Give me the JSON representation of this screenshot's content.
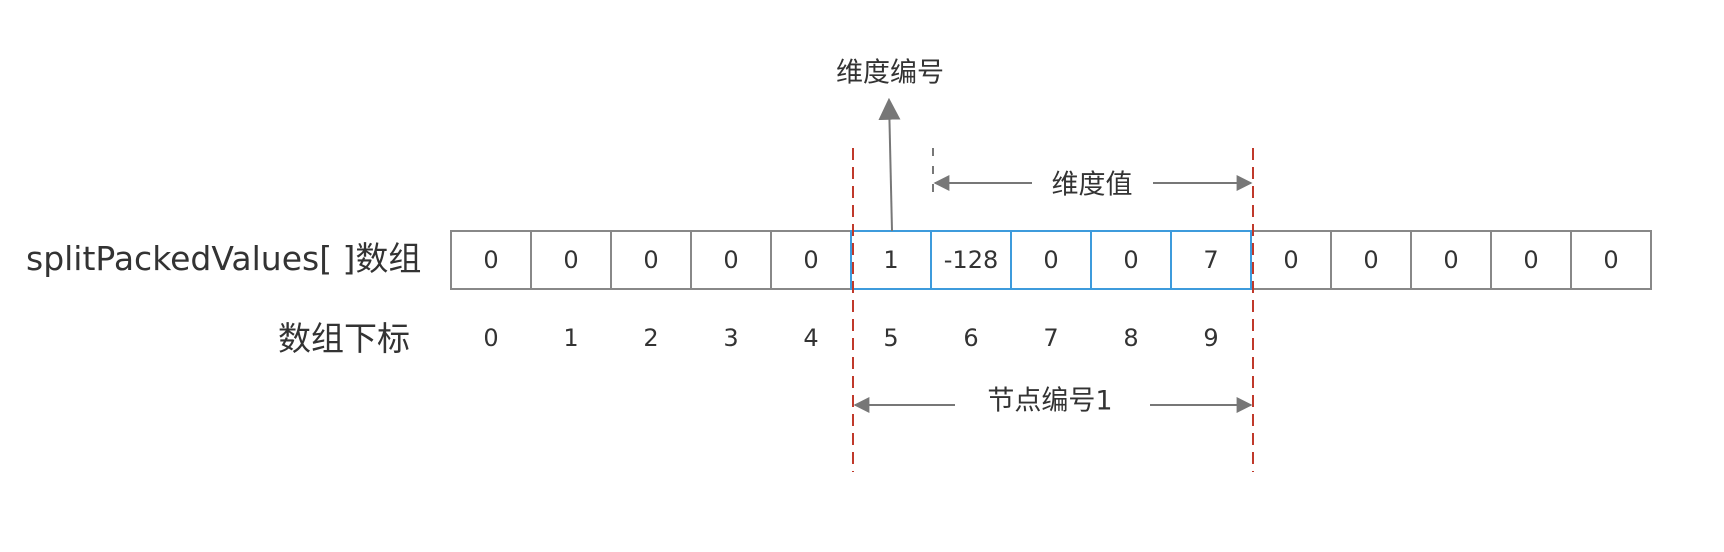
{
  "labels": {
    "array_title": "splitPackedValues[ ]数组",
    "index_title": "数组下标",
    "dimension_number": "维度编号",
    "dimension_value": "维度值",
    "node_number": "节点编号1"
  },
  "array": {
    "values": [
      "0",
      "0",
      "0",
      "0",
      "0",
      "1",
      "-128",
      "0",
      "0",
      "7",
      "0",
      "0",
      "0",
      "0",
      "0"
    ],
    "indices": [
      "0",
      "1",
      "2",
      "3",
      "4",
      "5",
      "6",
      "7",
      "8",
      "9"
    ],
    "highlight_start": 5,
    "highlight_end": 9
  },
  "colors": {
    "cell_border": "#888888",
    "highlight_border": "#3d9bdc",
    "marker_red": "#c0392b",
    "arrow_gray": "#777777",
    "text": "#333333"
  }
}
